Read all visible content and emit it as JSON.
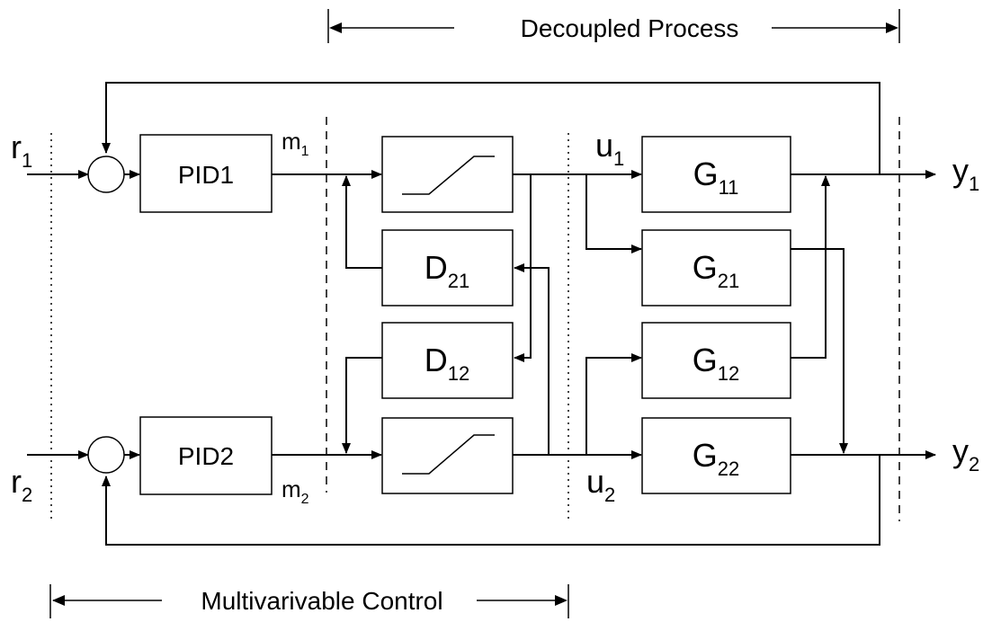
{
  "header": {
    "decoupled_process": "Decoupled Process"
  },
  "footer": {
    "multivariable_control": "Multivarivable Control"
  },
  "blocks": {
    "pid1": "PID1",
    "pid2": "PID2",
    "d21": {
      "base": "D",
      "sub": "21"
    },
    "d12": {
      "base": "D",
      "sub": "12"
    },
    "g11": {
      "base": "G",
      "sub": "11"
    },
    "g21": {
      "base": "G",
      "sub": "21"
    },
    "g12": {
      "base": "G",
      "sub": "12"
    },
    "g22": {
      "base": "G",
      "sub": "22"
    },
    "sat1": "saturation",
    "sat2": "saturation"
  },
  "signals": {
    "r1": {
      "base": "r",
      "sub": "1"
    },
    "r2": {
      "base": "r",
      "sub": "2"
    },
    "m1": {
      "base": "m",
      "sub": "1"
    },
    "m2": {
      "base": "m",
      "sub": "2"
    },
    "u1": {
      "base": "u",
      "sub": "1"
    },
    "u2": {
      "base": "u",
      "sub": "2"
    },
    "y1": {
      "base": "y",
      "sub": "1"
    },
    "y2": {
      "base": "y",
      "sub": "2"
    }
  }
}
